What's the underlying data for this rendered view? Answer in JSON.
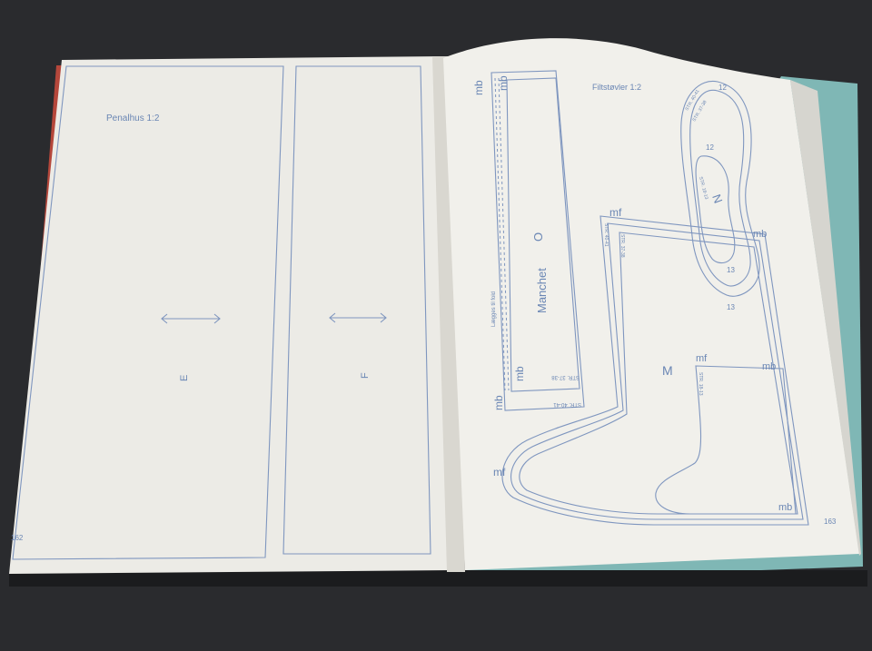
{
  "scene": {
    "description_colors": {
      "background": "#2a2b2e",
      "page": "#ecebe6",
      "ink": "#6a86b4",
      "cover_red": "#b5473b",
      "cover_teal": "#7fb7b5"
    }
  },
  "left_page": {
    "title": "Penalhus 1:2",
    "piece_e": "E",
    "piece_f": "F",
    "page_number": "162"
  },
  "right_page": {
    "title": "Filtstøvler 1:2",
    "page_number": "163",
    "manchet": {
      "label": "Manchet",
      "letter": "O",
      "mb_top_1": "mb",
      "mb_top_2": "mb",
      "mb_bottom_1": "mb",
      "mb_bottom_2": "mb",
      "fold_text": "Lægges til fold",
      "size_1": "STR. 37-38",
      "size_2": "STR. 40-41"
    },
    "boot": {
      "letter": "M",
      "mf_top": "mf",
      "mf_heel": "mf",
      "mf_inner": "mf",
      "mb_right": "mb",
      "mb_inner": "mb",
      "mb_bottom": "mb",
      "size_a": "STR. 40-41",
      "size_b": "STR. 37-38",
      "size_c": "STR. 18-13"
    },
    "sole": {
      "letter": "N",
      "num_12_top": "12",
      "num_12_mid": "12",
      "num_13_a": "13",
      "num_13_b": "13",
      "size_x": "STR. 40-41",
      "size_y": "STR. 37-38",
      "size_z": "STR. 18-13"
    }
  }
}
